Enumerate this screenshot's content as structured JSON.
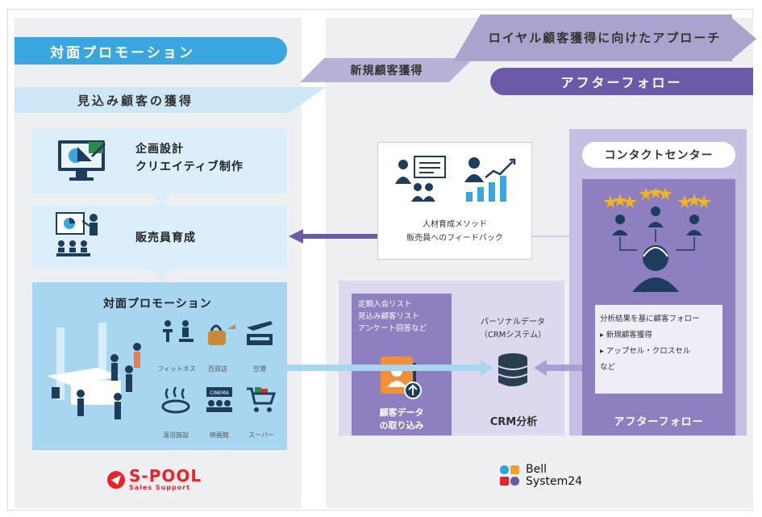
{
  "header": {
    "left_pill": "対面プロモーション",
    "left_band": "見込み顧客の獲得",
    "new_customer": "新規顧客獲得",
    "royal_arrow": "ロイヤル顧客獲得に向けたアプローチ",
    "after_follow": "アフターフォロー"
  },
  "left_blocks": {
    "planning": [
      "企画設計",
      "クリエイティブ制作"
    ],
    "staff_training": "販売員育成",
    "promotion_title": "対面プロモーション",
    "venues": [
      "フィットネス",
      "百貨店",
      "空港",
      "温浴施設",
      "映画館",
      "スーパー"
    ]
  },
  "training_box": {
    "line1": "人材育成メソッド",
    "line2": "販売員へのフィードバック"
  },
  "contact_center": {
    "title": "コンタクトセンター",
    "text_title": "分析結果を基に顧客フォロー",
    "bullets": [
      "新規顧客獲得",
      "アップセル・クロスセル"
    ],
    "etc": "など",
    "footer": "アフターフォロー"
  },
  "crm": {
    "import_lines": [
      "定期入会リスト",
      "見込み顧客リスト",
      "アンケート回答など"
    ],
    "import_footer": [
      "顧客データ",
      "の取り込み"
    ],
    "personal_data": [
      "パーソナルデータ",
      "（CRMシステム）"
    ],
    "analysis": "CRM分析"
  },
  "logos": {
    "spool_main": "S-POOL",
    "spool_sub": "Sales Support",
    "bell_line1": "Bell",
    "bell_line2": "System24"
  },
  "colors": {
    "blue": "#3aa6df",
    "light_blue": "#cde7f6",
    "purple": "#6c5aa8",
    "lavender": "#8e7fc1",
    "red": "#e8242a"
  }
}
